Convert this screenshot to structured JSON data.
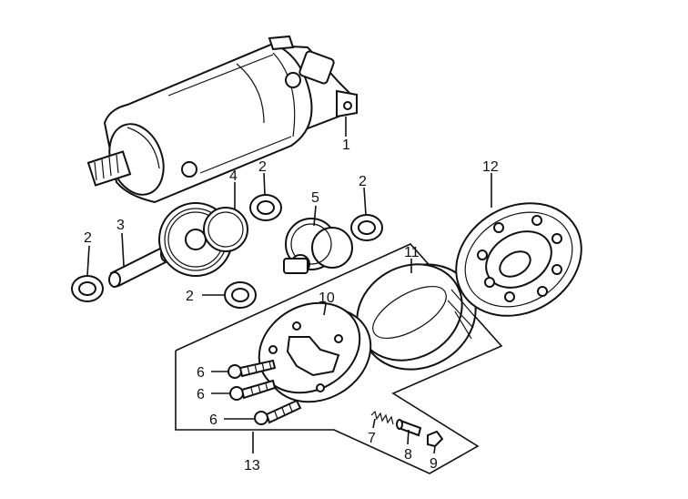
{
  "diagram": {
    "parts": [
      {
        "id": "part-1",
        "label": "1",
        "depiction": "starter-motor"
      },
      {
        "id": "part-2a",
        "label": "2",
        "depiction": "washer"
      },
      {
        "id": "part-2b",
        "label": "2",
        "depiction": "washer"
      },
      {
        "id": "part-2c",
        "label": "2",
        "depiction": "washer"
      },
      {
        "id": "part-2d",
        "label": "2",
        "depiction": "washer"
      },
      {
        "id": "part-3",
        "label": "3",
        "depiction": "shaft"
      },
      {
        "id": "part-4",
        "label": "4",
        "depiction": "reduction-gear"
      },
      {
        "id": "part-5",
        "label": "5",
        "depiction": "idle-gear"
      },
      {
        "id": "part-6a",
        "label": "6",
        "depiction": "bolt"
      },
      {
        "id": "part-6b",
        "label": "6",
        "depiction": "bolt"
      },
      {
        "id": "part-6c",
        "label": "6",
        "depiction": "bolt"
      },
      {
        "id": "part-7",
        "label": "7",
        "depiction": "spring"
      },
      {
        "id": "part-8",
        "label": "8",
        "depiction": "plunger"
      },
      {
        "id": "part-9",
        "label": "9",
        "depiction": "cap"
      },
      {
        "id": "part-10",
        "label": "10",
        "depiction": "clutch-outer"
      },
      {
        "id": "part-11",
        "label": "11",
        "depiction": "one-way-clutch"
      },
      {
        "id": "part-12",
        "label": "12",
        "depiction": "driven-gear"
      },
      {
        "id": "part-13",
        "label": "13",
        "depiction": "clutch-assembly"
      }
    ]
  }
}
